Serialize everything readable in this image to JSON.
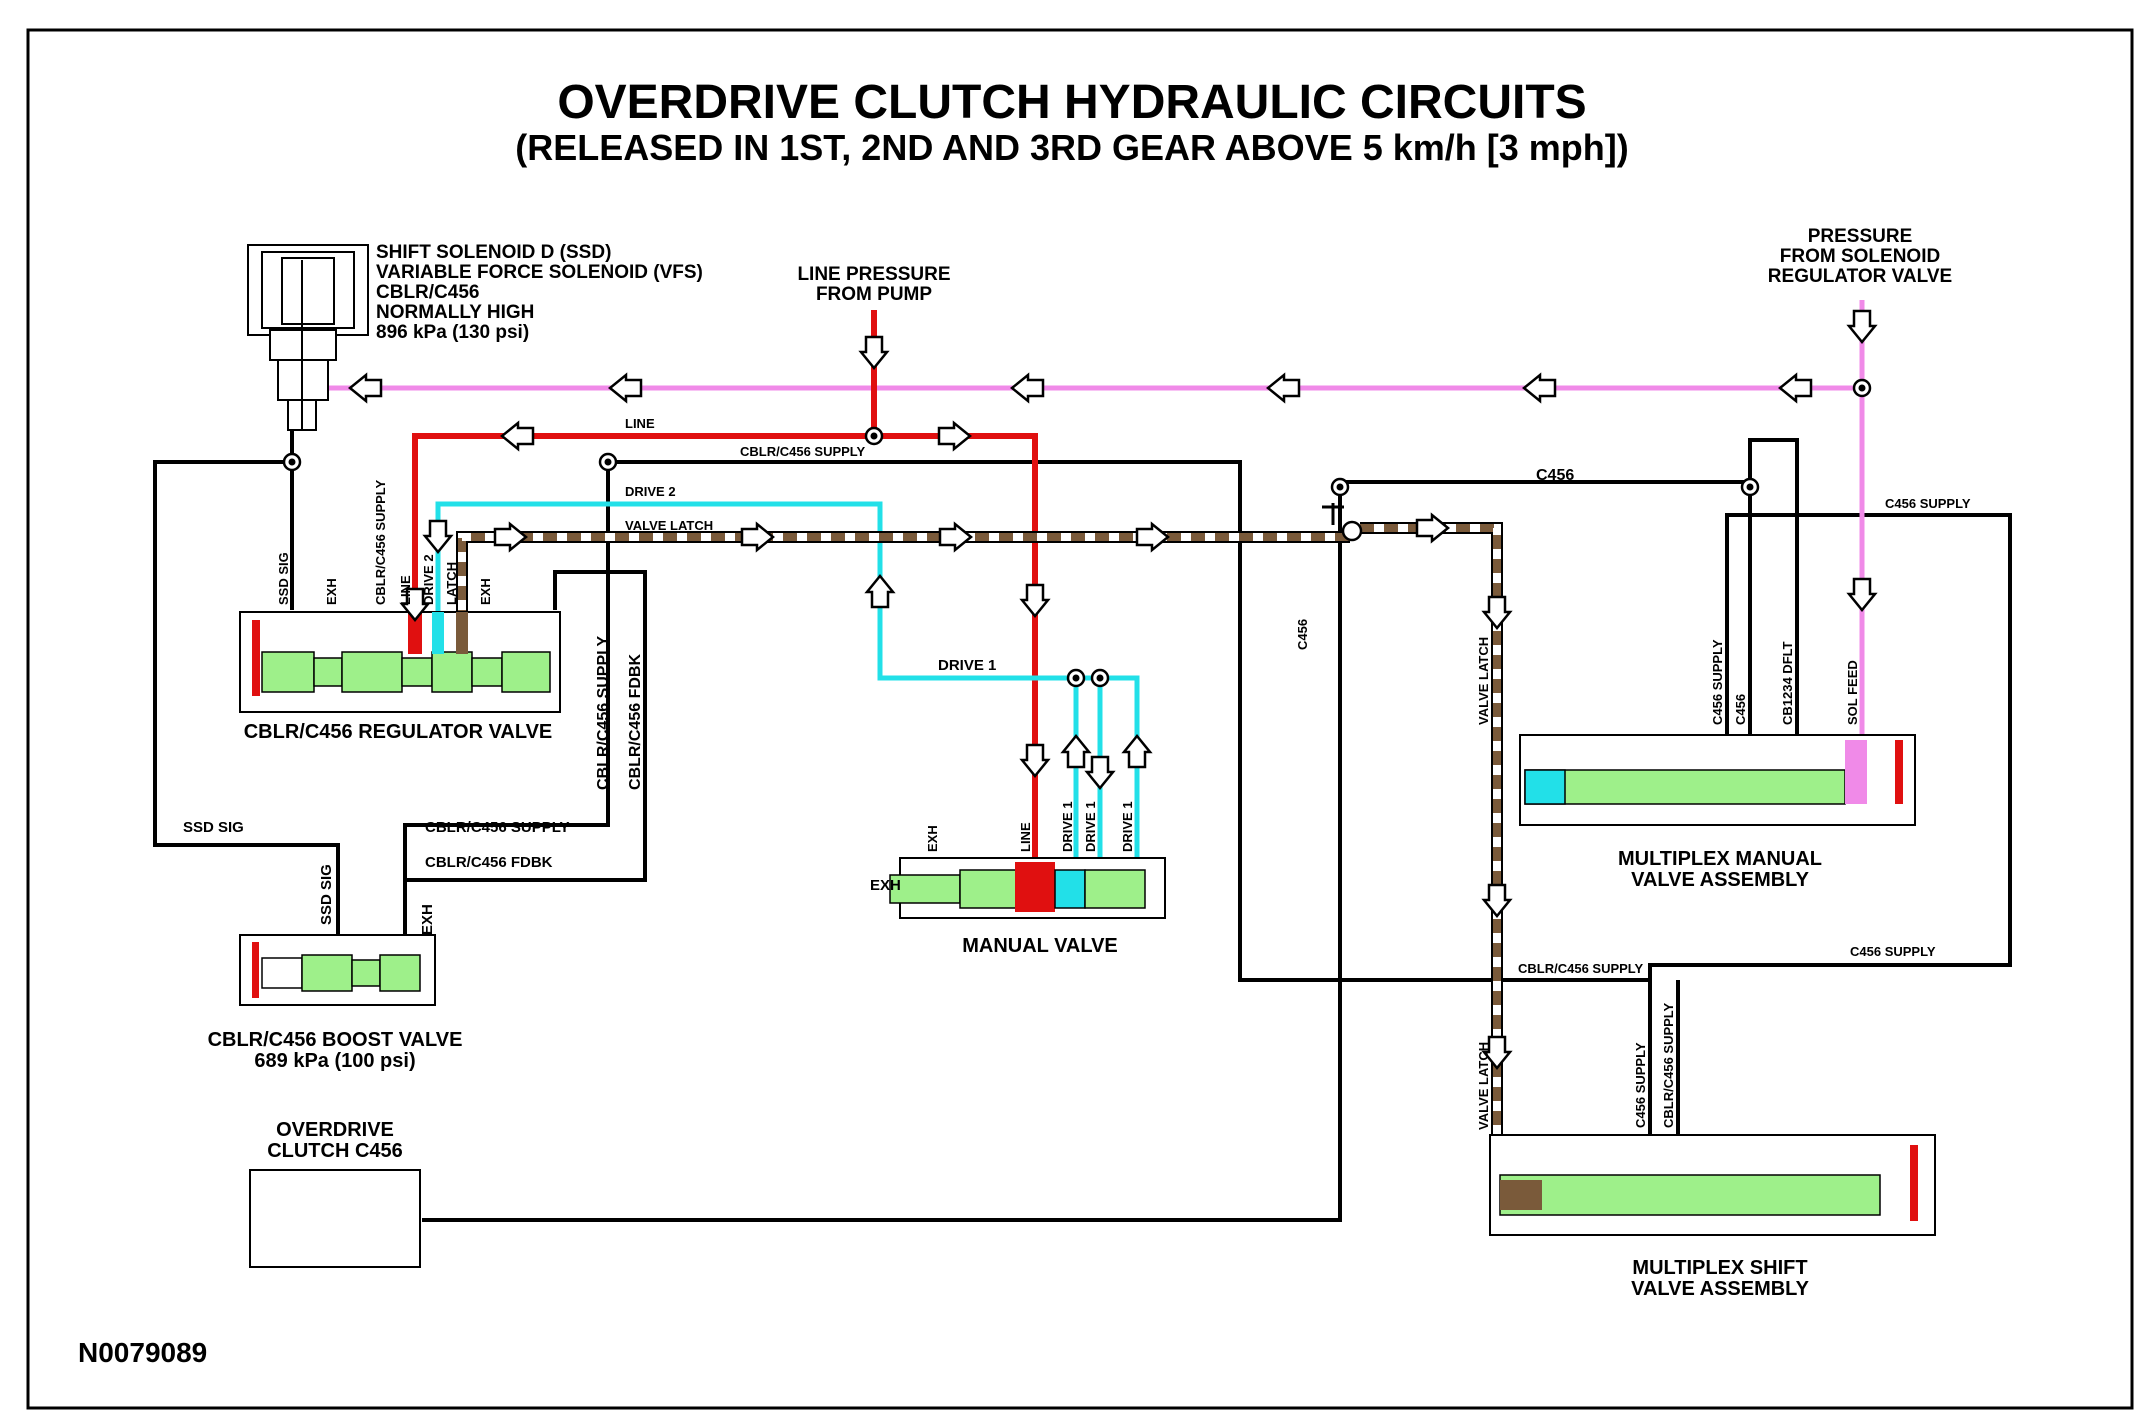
{
  "title": "OVERDRIVE CLUTCH HYDRAULIC CIRCUITS",
  "subtitle": "(RELEASED IN 1ST, 2ND AND 3RD GEAR ABOVE 5 km/h [3 mph])",
  "figure_id": "N0079089",
  "colors": {
    "line_pressure": "#e01010",
    "solenoid_feed": "#f08ae8",
    "drive": "#22e0e8",
    "latch_dark": "#7a5a3a",
    "spool": "#9ef08a",
    "exhaust": "#000000"
  },
  "solenoid": {
    "line1": "SHIFT SOLENOID D (SSD)",
    "line2": "VARIABLE FORCE SOLENOID (VFS)",
    "line3": "CBLR/C456",
    "line4": "NORMALLY HIGH",
    "line5": "896 kPa (130 psi)"
  },
  "line_pressure_label": {
    "line1": "LINE PRESSURE",
    "line2": "FROM PUMP"
  },
  "pressure_solenoid_label": {
    "line1": "PRESSURE",
    "line2": "FROM SOLENOID",
    "line3": "REGULATOR VALVE"
  },
  "passages": {
    "line": "LINE",
    "cblr_supply": "CBLR/C456 SUPPLY",
    "drive2": "DRIVE 2",
    "valve_latch": "VALVE LATCH",
    "drive1": "DRIVE 1",
    "c456": "C456",
    "c456_supply": "C456 SUPPLY",
    "ssd_sig": "SSD SIG",
    "cblr_fdbk": "CBLR/C456 FDBK",
    "exh": "EXH",
    "latch": "LATCH",
    "cb1234_dflt": "CB1234 DFLT",
    "sol_feed": "SOL FEED"
  },
  "components": {
    "regulator": "CBLR/C456 REGULATOR VALVE",
    "boost_line1": "CBLR/C456 BOOST VALVE",
    "boost_line2": "689 kPa (100 psi)",
    "manual": "MANUAL VALVE",
    "mux_manual_line1": "MULTIPLEX MANUAL",
    "mux_manual_line2": "VALVE ASSEMBLY",
    "mux_shift_line1": "MULTIPLEX SHIFT",
    "mux_shift_line2": "VALVE ASSEMBLY",
    "clutch_line1": "OVERDRIVE",
    "clutch_line2": "CLUTCH C456"
  }
}
